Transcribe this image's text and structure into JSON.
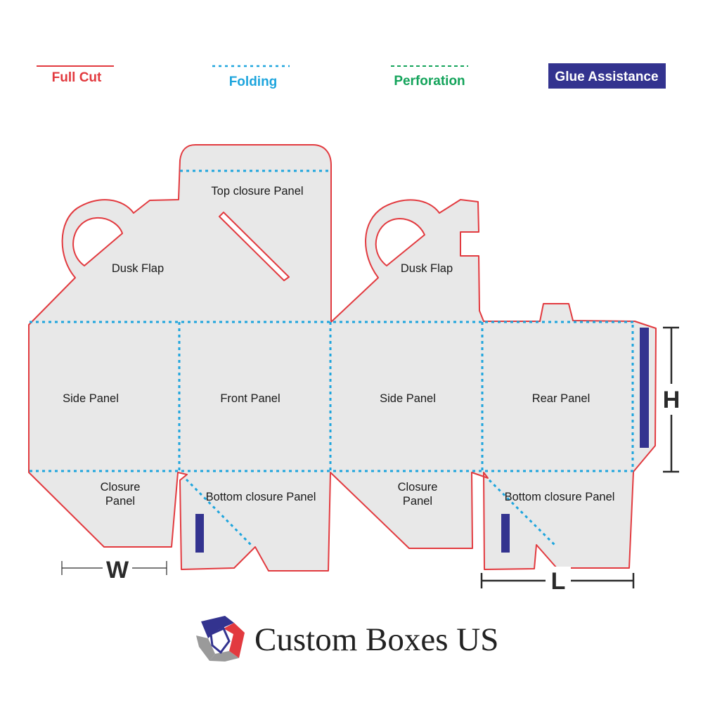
{
  "legend": {
    "full_cut": "Full Cut",
    "folding": "Folding",
    "perforation": "Perforation",
    "glue_assistance": "Glue Assistance"
  },
  "panels": {
    "top_closure": "Top closure Panel",
    "dusk_flap_left": "Dusk Flap",
    "dusk_flap_right": "Dusk Flap",
    "side_panel_left": "Side Panel",
    "front_panel": "Front Panel",
    "side_panel_right": "Side Panel",
    "rear_panel": "Rear Panel",
    "closure_left_line1": "Closure",
    "closure_left_line2": "Panel",
    "closure_right_line1": "Closure",
    "closure_right_line2": "Panel",
    "bottom_closure_left": "Bottom closure Panel",
    "bottom_closure_right": "Bottom closure Panel"
  },
  "dimensions": {
    "width": "W",
    "height": "H",
    "length": "L"
  },
  "brand": {
    "name": "Custom Boxes US",
    "logo_icon": "hexagon-logo-icon"
  },
  "colors": {
    "cut": "#e23a3f",
    "fold": "#1ea5dd",
    "perforation": "#13a35a",
    "glue": "#33338f",
    "panel_fill": "#e8e8e8",
    "dimension": "#2a2a2a"
  }
}
